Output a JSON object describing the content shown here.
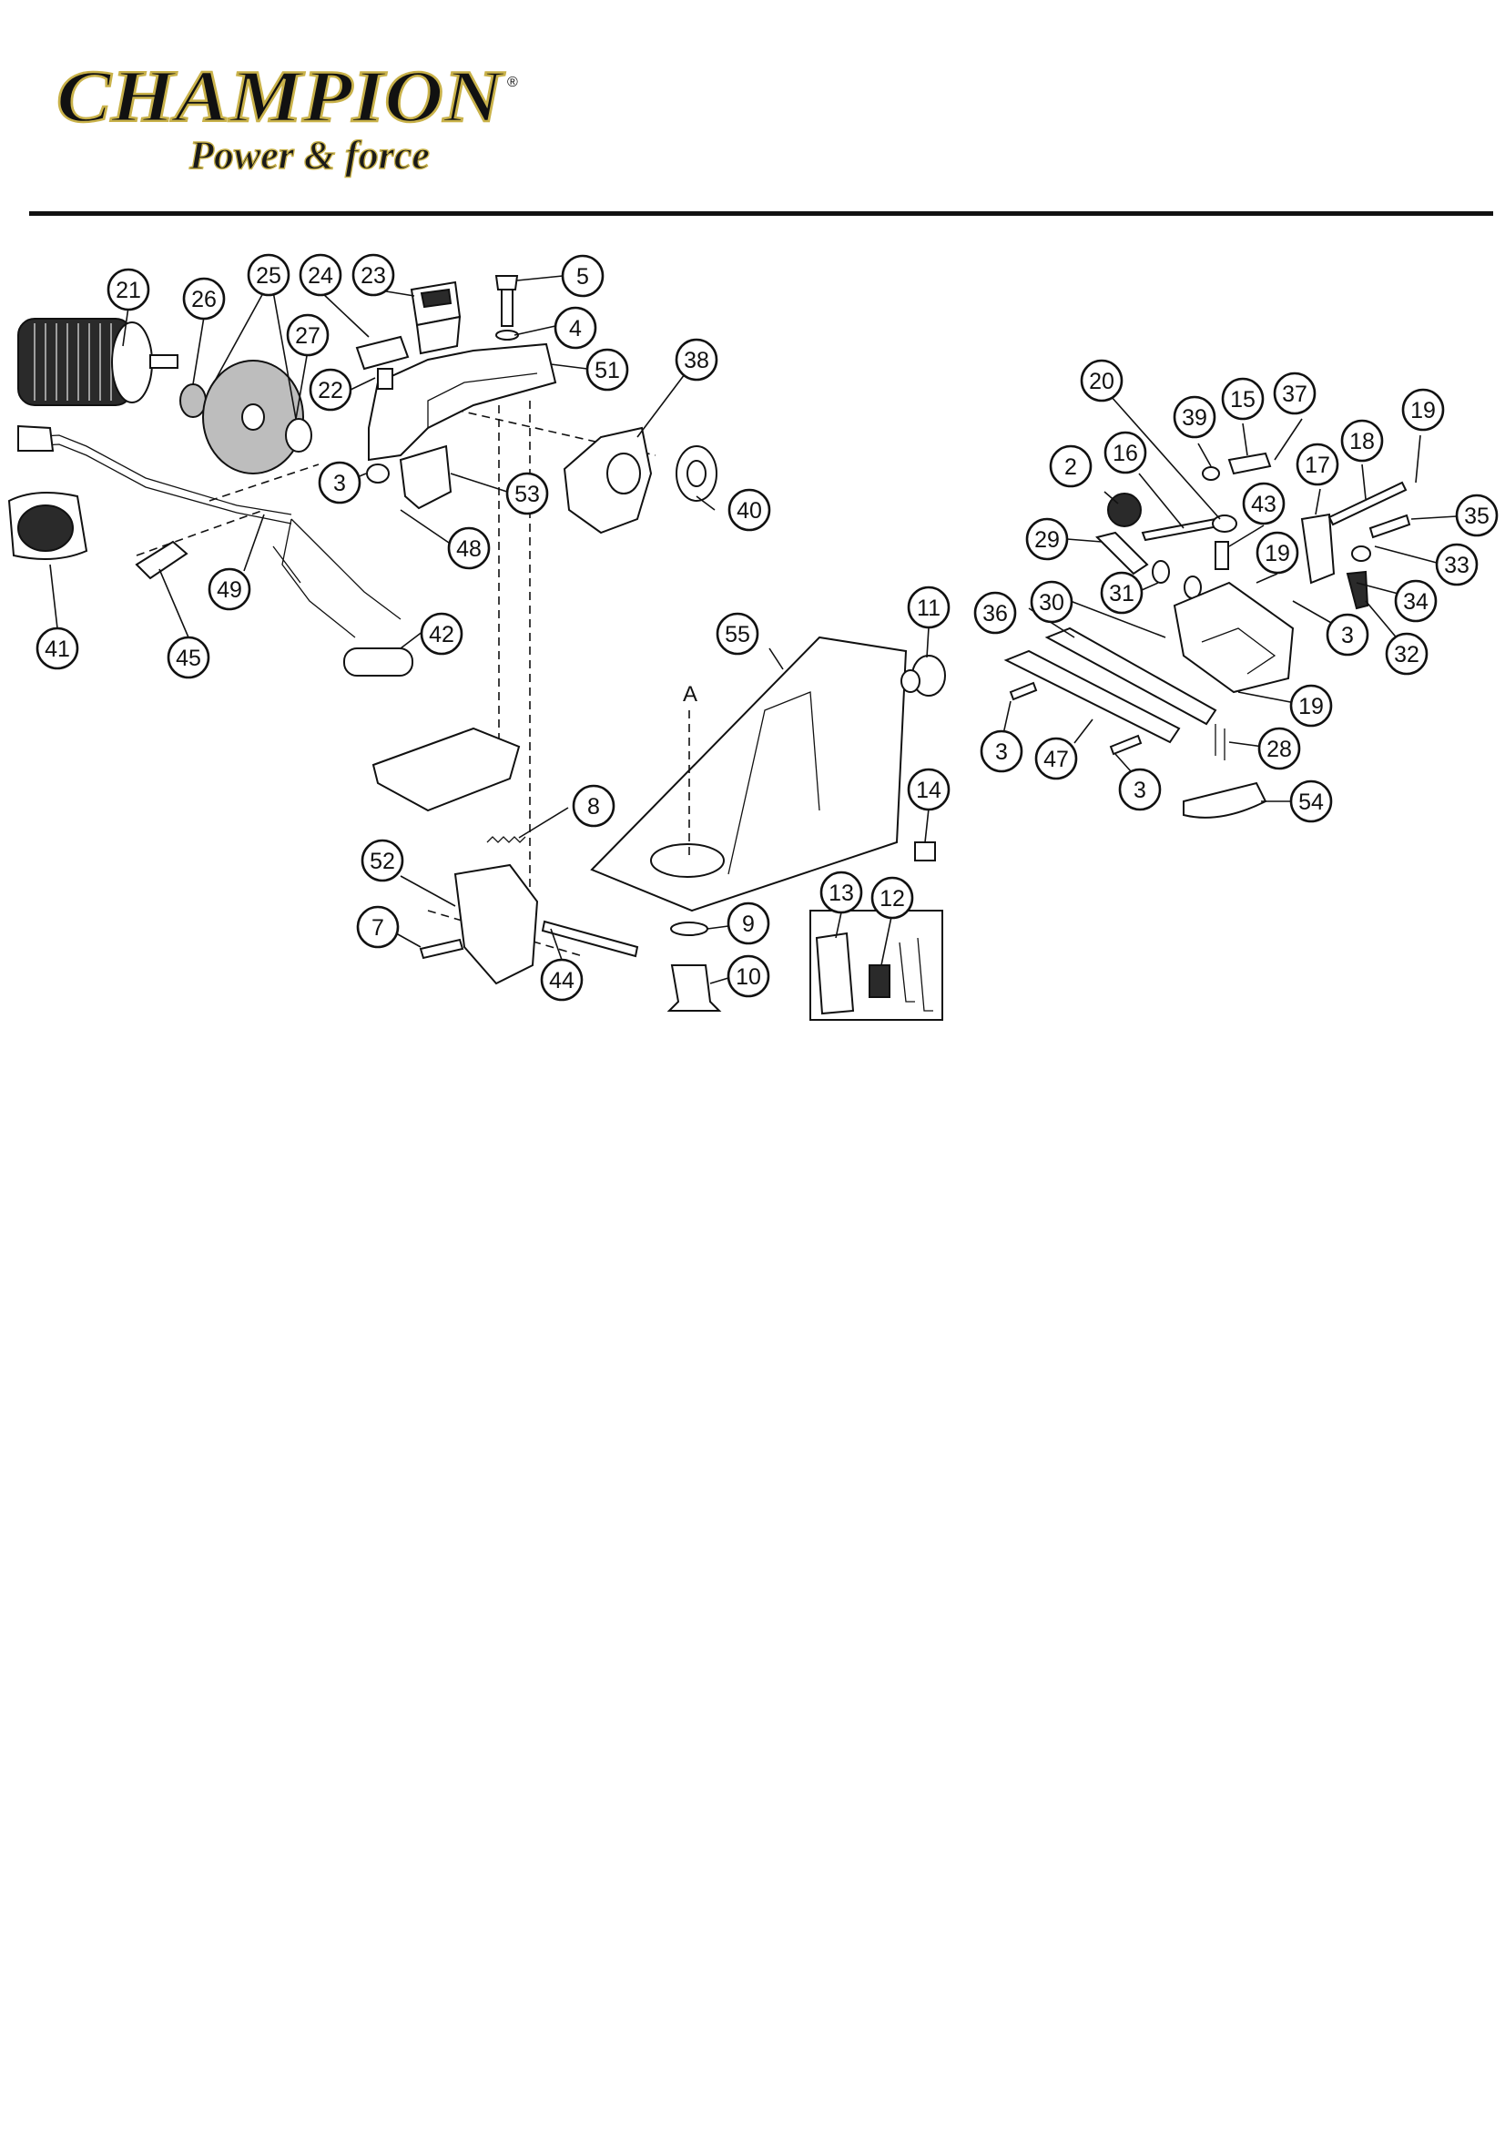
{
  "brand": {
    "name": "CHAMPION",
    "registered": "®",
    "tagline": "Power & force",
    "colors": {
      "wordmark": "#111111",
      "wordmark_outline": "#c9b24a",
      "tagline": "#1a1a1a"
    }
  },
  "diagram": {
    "view_label": "A",
    "callouts": [
      "21",
      "26",
      "25",
      "24",
      "23",
      "5",
      "4",
      "51",
      "27",
      "22",
      "3",
      "53",
      "48",
      "49",
      "45",
      "41",
      "42",
      "38",
      "40",
      "55",
      "11",
      "14",
      "8",
      "52",
      "7",
      "44",
      "9",
      "10",
      "13",
      "12",
      "20",
      "39",
      "15",
      "37",
      "19",
      "18",
      "2",
      "16",
      "17",
      "43",
      "35",
      "29",
      "19b",
      "33",
      "36",
      "30",
      "31",
      "34",
      "3b",
      "32",
      "19c",
      "3c",
      "47",
      "28",
      "3d",
      "54"
    ],
    "labels": {
      "21": "21",
      "26": "26",
      "25": "25",
      "24": "24",
      "23": "23",
      "5": "5",
      "4": "4",
      "51": "51",
      "27": "27",
      "22": "22",
      "3": "3",
      "53": "53",
      "48": "48",
      "49": "49",
      "45": "45",
      "41": "41",
      "42": "42",
      "38": "38",
      "40": "40",
      "55": "55",
      "11": "11",
      "14": "14",
      "8": "8",
      "52": "52",
      "7": "7",
      "44": "44",
      "9": "9",
      "10": "10",
      "13": "13",
      "12": "12",
      "20": "20",
      "39": "39",
      "15": "15",
      "37": "37",
      "19": "19",
      "18": "18",
      "2": "2",
      "16": "16",
      "17": "17",
      "43": "43",
      "35": "35",
      "29": "29",
      "19b": "19",
      "33": "33",
      "36": "36",
      "30": "30",
      "31": "31",
      "34": "34",
      "3b": "3",
      "32": "32",
      "19c": "19",
      "3c": "3",
      "47": "47",
      "28": "28",
      "3d": "3",
      "54": "54"
    }
  }
}
